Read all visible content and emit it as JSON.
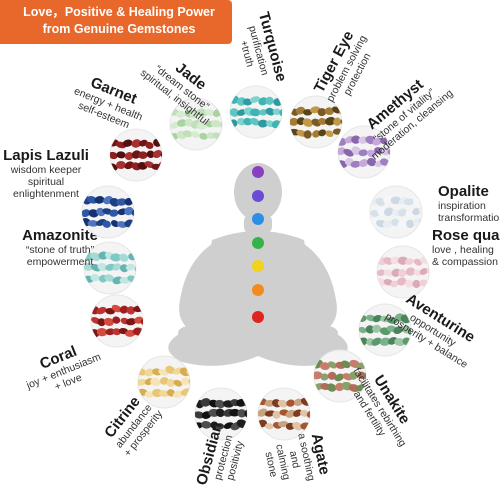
{
  "banner": {
    "line1": "Love，Positive & Healing Power",
    "line2": "from Genuine Gemstones",
    "color": "#e8672a"
  },
  "stones": [
    {
      "name": "Jade",
      "desc": [
        "“dream stone”",
        "spiritual, insightful"
      ],
      "colors": [
        "#bfe0b9",
        "#d6ecd0",
        "#a9d3a3",
        "#cfe6c7"
      ]
    },
    {
      "name": "Turquoise",
      "desc": [
        "purification",
        "+truth"
      ],
      "colors": [
        "#3fb3b5",
        "#5ec5c2",
        "#2f9aa1",
        "#7fd3cd"
      ]
    },
    {
      "name": "Tiger Eye",
      "desc": [
        "problem solving",
        "protection"
      ],
      "colors": [
        "#7a5a22",
        "#a37b34",
        "#5b4318",
        "#c09a4a"
      ]
    },
    {
      "name": "Amethyst",
      "desc": [
        "“stone of vitality”",
        "moderation, cleansing"
      ],
      "colors": [
        "#a07fbf",
        "#c4a9da",
        "#8a66ac",
        "#d8c6e6"
      ]
    },
    {
      "name": "Opalite",
      "desc": [
        "inspiration",
        "transformation"
      ],
      "colors": [
        "#e9eef3",
        "#d7e1ea",
        "#f4f6f9",
        "#cdd8e2"
      ]
    },
    {
      "name": "Rose quartz",
      "desc": [
        "love , healing",
        "& compassion"
      ],
      "colors": [
        "#f1cfd6",
        "#e7b9c4",
        "#f6dde2",
        "#dba9b7"
      ]
    },
    {
      "name": "Aventurine",
      "desc": [
        "opportunity",
        "prosperity + balance"
      ],
      "colors": [
        "#5c9a6c",
        "#79b289",
        "#4a855a",
        "#9bc5a5"
      ]
    },
    {
      "name": "Unakite",
      "desc": [
        "facilitates rebirthing",
        "and fertility"
      ],
      "colors": [
        "#6f8a52",
        "#c87d6b",
        "#8aa068",
        "#b56b5c"
      ]
    },
    {
      "name": "Agate",
      "desc": [
        "a soothing",
        "and",
        "calming",
        "stone"
      ],
      "colors": [
        "#a5552f",
        "#c9a27f",
        "#7d3b22",
        "#dfc4a8"
      ]
    },
    {
      "name": "Obsidian",
      "desc": [
        "protection",
        "positivity"
      ],
      "colors": [
        "#1d1d1d",
        "#3a3a3a",
        "#121212",
        "#4d4d4d"
      ]
    },
    {
      "name": "Citrine",
      "desc": [
        "abundance",
        "+ prosperity"
      ],
      "colors": [
        "#e8c674",
        "#f2d897",
        "#d8ad52",
        "#f6e4b4"
      ]
    },
    {
      "name": "Coral",
      "desc": [
        "joy + enthusiasm",
        "+ love"
      ],
      "colors": [
        "#9c1f1f",
        "#c03232",
        "#7d1515",
        "#d44a3e"
      ]
    },
    {
      "name": "Amazonite",
      "desc": [
        "“stone of truth”",
        "empowerment"
      ],
      "colors": [
        "#7fc8c4",
        "#a7dad5",
        "#63b5b1",
        "#c2e6e2"
      ]
    },
    {
      "name": "Lapis Lazuli",
      "desc": [
        "wisdom keeper",
        "spiritual",
        "enlightenment"
      ],
      "colors": [
        "#1f3f83",
        "#2e58a6",
        "#163170",
        "#4d74bd"
      ]
    },
    {
      "name": "Garnet",
      "desc": [
        "energy + health",
        "self-esteem"
      ],
      "colors": [
        "#6d1414",
        "#8f2020",
        "#521010",
        "#a83030"
      ]
    }
  ],
  "chakras": [
    "#8a3fc1",
    "#6a4ad6",
    "#2b8fe6",
    "#36b24a",
    "#f2d21b",
    "#f28a1e",
    "#e0241e"
  ],
  "figure_color": "#cfcfcf"
}
